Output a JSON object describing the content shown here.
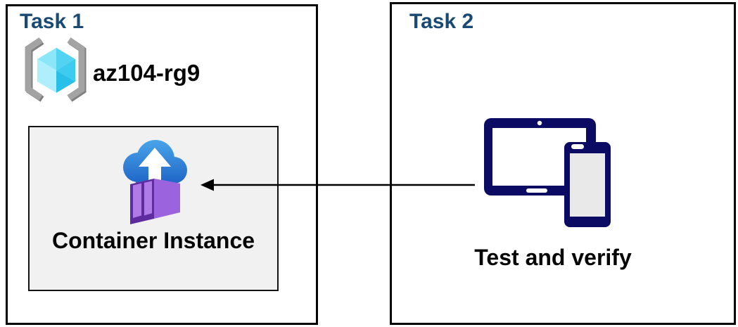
{
  "diagram": {
    "task1": {
      "title": "Task 1",
      "resource_group": {
        "name": "az104-rg9",
        "icon": "resource-group-icon"
      },
      "container": {
        "label": "Container Instance",
        "icon": "container-instance-icon"
      }
    },
    "task2": {
      "title": "Task 2",
      "caption": "Test and verify",
      "icon": "tablet-and-phone-icon"
    },
    "connector": {
      "type": "arrow",
      "direction": "right-to-left",
      "from": "tablet-and-phone-icon",
      "to": "container-instance-panel"
    },
    "colors": {
      "heading_blue": "#1a4a74",
      "box_border": "#000000",
      "panel_bg": "#f1f1f1",
      "device_navy": "#0b0b64",
      "phone_screen_gray": "#e9e9e9",
      "cloud_blue_top": "#4aa5e9",
      "cloud_blue_bottom": "#1b60c5",
      "container_purple_front": "#5f2ca0",
      "container_purple_side": "#9c63de",
      "container_purple_top": "#bb8fec",
      "container_door_purple": "#b07be6",
      "cube_cyan_light": "#aeeffb",
      "cube_cyan_dark": "#2fc4ed",
      "bracket_gray": "#a0a0a0"
    }
  }
}
